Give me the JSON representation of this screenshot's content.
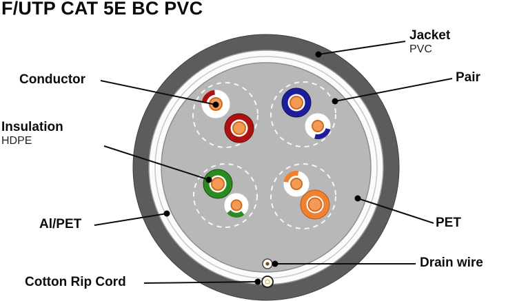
{
  "title": "F/UTP CAT 5E BC PVC",
  "labels": {
    "jacket": "Jacket",
    "jacket_sub": "PVC",
    "pair": "Pair",
    "conductor": "Conductor",
    "insulation": "Insulation",
    "insulation_sub": "HDPE",
    "alpet": "Al/PET",
    "pet": "PET",
    "drain_wire": "Drain wire",
    "cotton_rip_cord": "Cotton Rip Cord"
  },
  "diagram": {
    "pairs": [
      {
        "position": "top-left",
        "color_name": "red"
      },
      {
        "position": "top-right",
        "color_name": "blue"
      },
      {
        "position": "bottom-left",
        "color_name": "green"
      },
      {
        "position": "bottom-right",
        "color_name": "orange"
      }
    ],
    "pair_count": 4
  },
  "colors": {
    "jacket_gray": "#5c5c5c",
    "inner_gray": "#b8b8b8",
    "pair_red": "#ab1212",
    "pair_blue": "#1e1e9b",
    "pair_green": "#2b8a20",
    "pair_orange": "#ef8133",
    "conductor_orange": "#f29a56"
  }
}
